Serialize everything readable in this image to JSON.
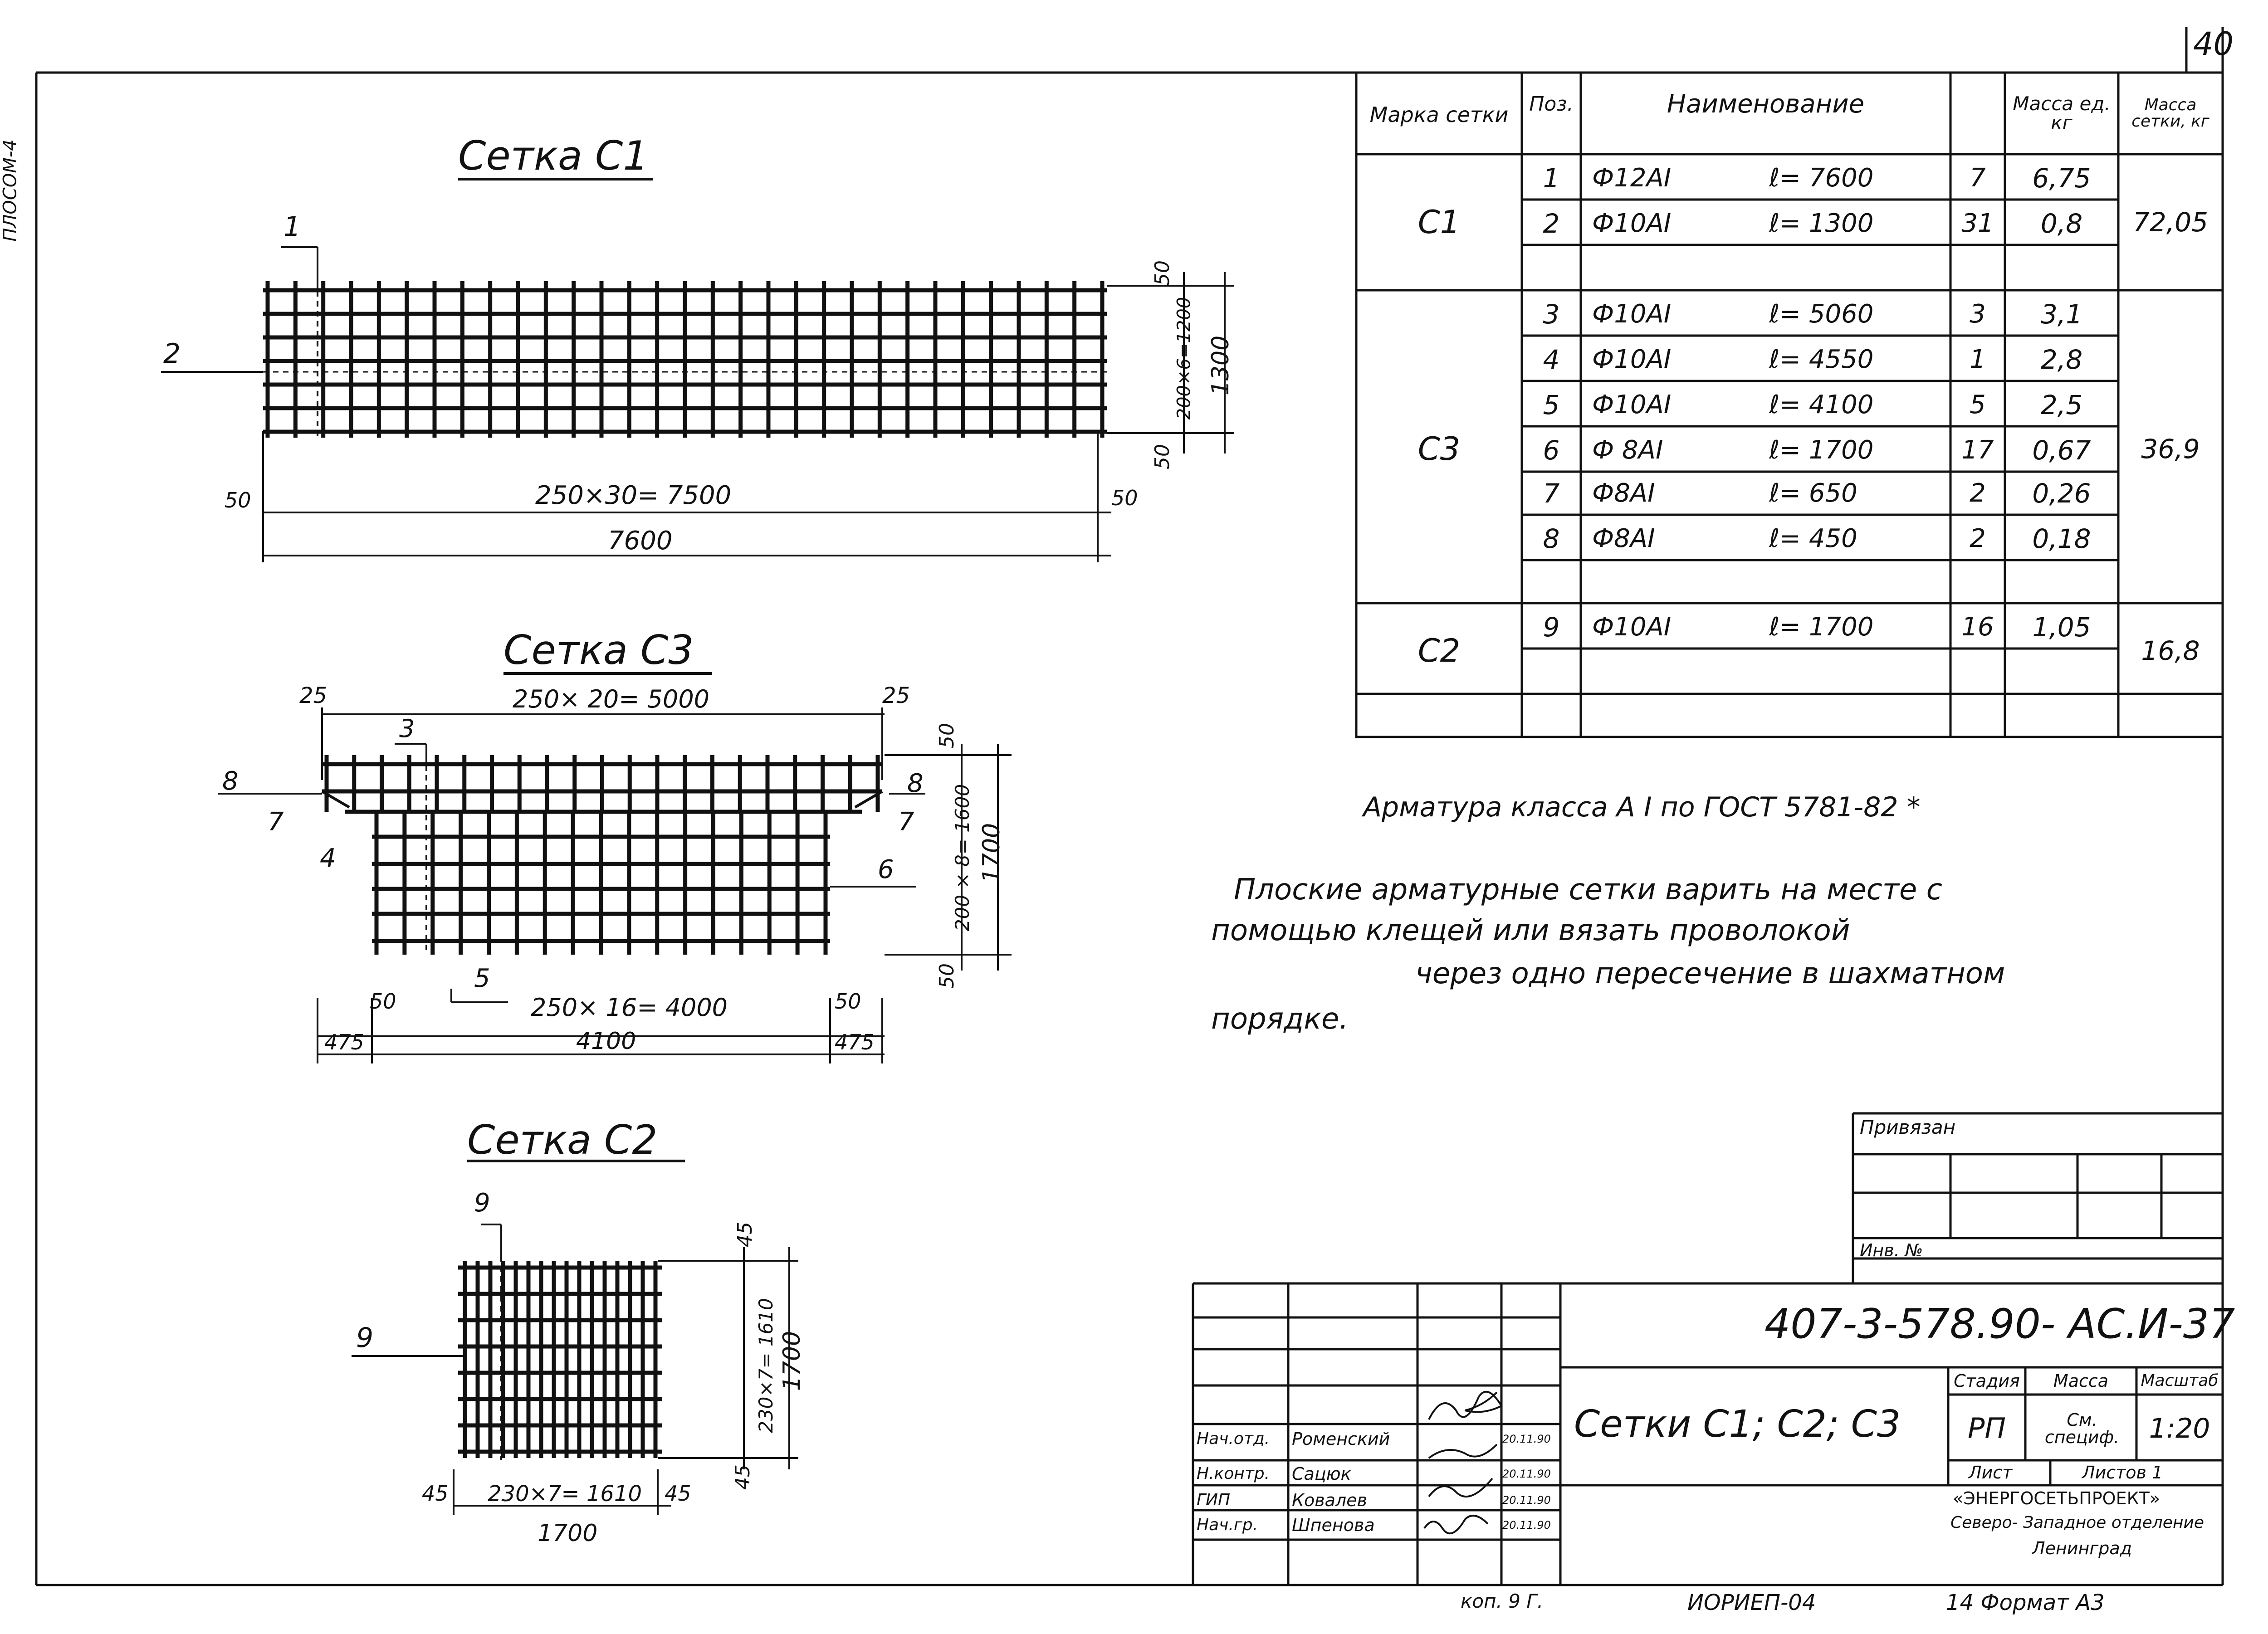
{
  "sheet": {
    "page_number": "40",
    "side_code": "ПЛОСОМ-4",
    "bottom_note_left": "коп. 9 Г.",
    "bottom_note_mid": "ИОРИЕП-04",
    "bottom_note_right": "14  Формат  А3"
  },
  "drawings": {
    "c1": {
      "title": "Сетка  С1",
      "pos1": "1",
      "pos2": "2",
      "dim_left": "50",
      "dim_right": "50",
      "dim_span": "250×30= 7500",
      "dim_total": "7600",
      "dim_v_top": "50",
      "dim_v_mid": "200×6=1200",
      "dim_v_bot": "50",
      "dim_v_total": "1300"
    },
    "c3": {
      "title": "Сетка  С3",
      "dim_top_left": "25",
      "dim_top_right": "25",
      "dim_top_span": "250× 20= 5000",
      "pos3": "3",
      "pos4": "4",
      "pos5": "5",
      "pos6": "6",
      "pos7a": "7",
      "pos7b": "7",
      "pos8a": "8",
      "pos8b": "8",
      "dim_v_top": "50",
      "dim_v_mid": "200 × 8= 1600",
      "dim_v_bot": "50",
      "dim_v_total": "1700",
      "dim_bl": "50",
      "dim_br": "50",
      "dim_span": "250× 16= 4000",
      "dim_475_left": "475",
      "dim_4100": "4100",
      "dim_475_right": "475"
    },
    "c2": {
      "title": "Сетка  С2",
      "pos9a": "9",
      "pos9b": "9",
      "dim_v_top": "45",
      "dim_v_mid": "230×7= 1610",
      "dim_v_bot": "45",
      "dim_v_total": "1700",
      "dim_left": "45",
      "dim_right": "45",
      "dim_span": "230×7= 1610",
      "dim_total": "1700"
    }
  },
  "spec_table": {
    "headers": {
      "mark": "Марка сетки",
      "pos": "Поз.",
      "name": "Наименование",
      "qty": "",
      "mass_unit": "Масса ед. кг",
      "mass_total": "Масса сетки, кг"
    },
    "groups": [
      {
        "mark": "С1",
        "total": "72,05"
      },
      {
        "mark": "С3",
        "total": "36,9"
      },
      {
        "mark": "С2",
        "total": "16,8"
      }
    ],
    "rows": [
      {
        "pos": "1",
        "bar": "Ф12АI",
        "len": "ℓ= 7600",
        "qty": "7",
        "mass": "6,75"
      },
      {
        "pos": "2",
        "bar": "Ф10АI",
        "len": "ℓ= 1300",
        "qty": "31",
        "mass": "0,8"
      },
      {
        "pos": "3",
        "bar": "Ф10АI",
        "len": "ℓ= 5060",
        "qty": "3",
        "mass": "3,1"
      },
      {
        "pos": "4",
        "bar": "Ф10АI",
        "len": "ℓ= 4550",
        "qty": "1",
        "mass": "2,8"
      },
      {
        "pos": "5",
        "bar": "Ф10АI",
        "len": "ℓ= 4100",
        "qty": "5",
        "mass": "2,5"
      },
      {
        "pos": "6",
        "bar": "Ф 8АI",
        "len": "ℓ= 1700",
        "qty": "17",
        "mass": "0,67"
      },
      {
        "pos": "7",
        "bar": "Ф8АI",
        "len": "ℓ= 650",
        "qty": "2",
        "mass": "0,26"
      },
      {
        "pos": "8",
        "bar": "Ф8АI",
        "len": "ℓ= 450",
        "qty": "2",
        "mass": "0,18"
      },
      {
        "pos": "9",
        "bar": "Ф10АI",
        "len": "ℓ= 1700",
        "qty": "16",
        "mass": "1,05"
      }
    ]
  },
  "notes": {
    "armature": "Арматура  класса   А I  по ГОСТ 5781-82 *",
    "line1": "Плоские   арматурные   сетки  варить  на месте  с",
    "line2": "помощью  клещей  или  вязать  проволокой",
    "line3": "через  одно  пересечение  в  шахматном",
    "line4": "порядке."
  },
  "stamp": {
    "privyazan": "Привязан",
    "inv_no": "Инв. №",
    "doc_code": "407-3-578.90- АС.И-37",
    "title": "Сетки  С1; С2; С3",
    "stage_label": "Стадия",
    "mass_label": "Масса",
    "scale_label": "Масштаб",
    "stage": "РП",
    "mass": "См. специф.",
    "scale": "1:20",
    "sheet_label": "Лист",
    "sheets_label": "Листов  1",
    "org1": "«ЭНЕРГОСЕТЬПРОЕКТ»",
    "org2": "Северо- Западное отделение",
    "org3": "Ленинград",
    "people": [
      {
        "role": "Нач.отд.",
        "name": "Роменский",
        "date": "20.11.90"
      },
      {
        "role": "Н.контр.",
        "name": "Сацюк",
        "date": "20.11.90"
      },
      {
        "role": "ГИП",
        "name": "Ковалев",
        "date": "20.11.90"
      },
      {
        "role": "Нач.гр.",
        "name": "Шпенова",
        "date": "20.11.90"
      }
    ]
  }
}
